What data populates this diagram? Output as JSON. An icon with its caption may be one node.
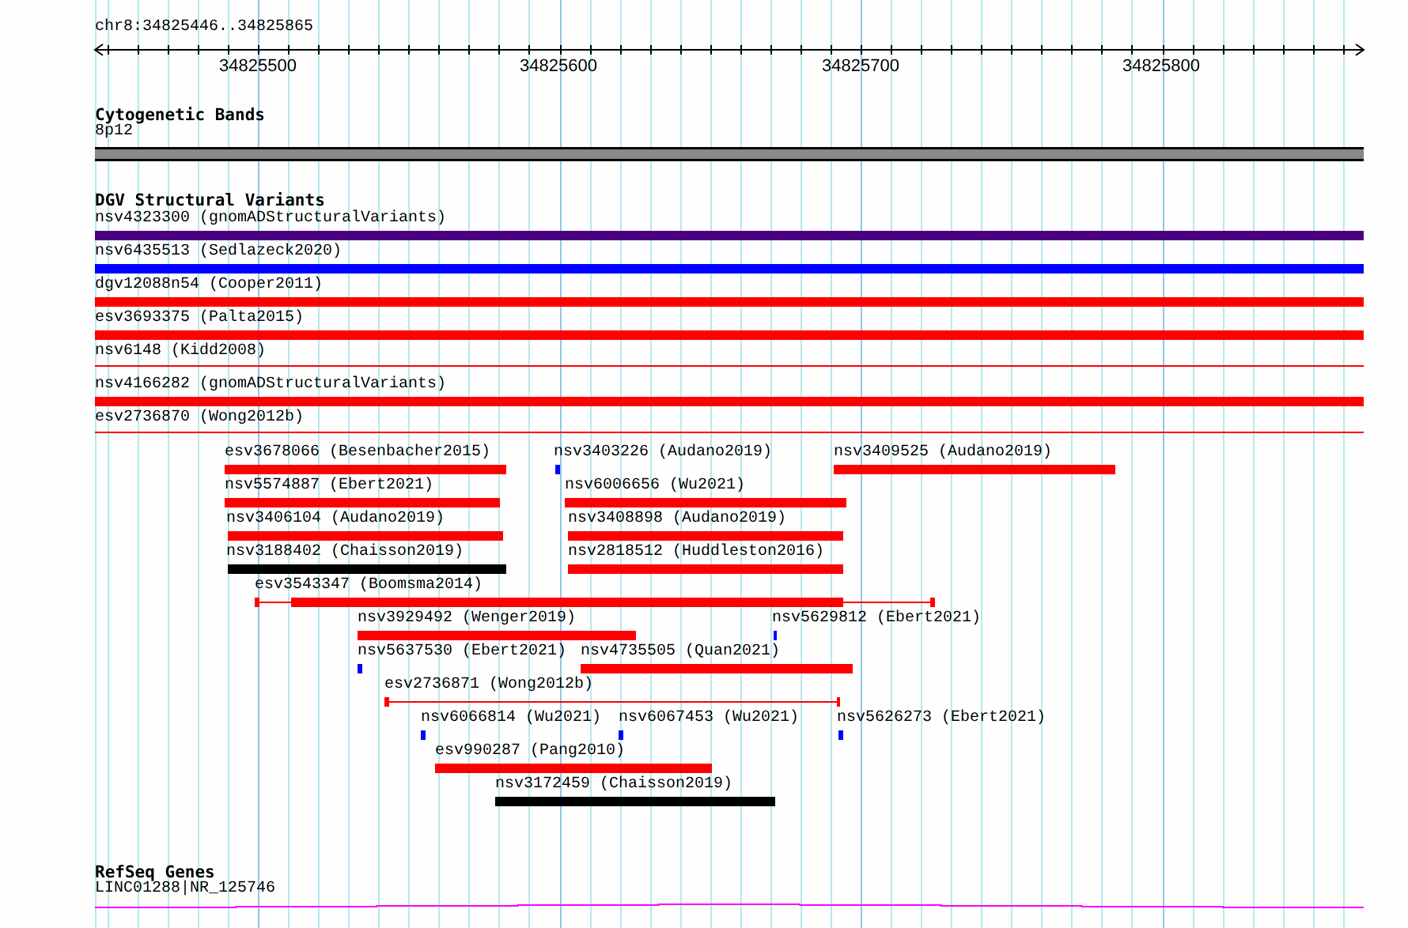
{
  "diagram": {
    "nodes": [
      {
        "text": [
          "8p12"
        ]
      },
      {
        "text": [
          "nsv4323300 (gnomADStructuralVariants)"
        ]
      },
      {
        "text": [
          "nsv6435513 (Sedlazeck2020)"
        ]
      },
      {
        "text": [
          "dgv12088n54 (Cooper2011)"
        ]
      },
      {
        "text": [
          "esv3693375 (Palta2015)"
        ]
      },
      {
        "text": [
          "nsv6148 (Kidd2008)"
        ]
      },
      {
        "text": [
          "nsv4166282 (gnomADStructuralVariants)"
        ]
      },
      {
        "text": [
          "esv2736870 (Wong2012b)"
        ]
      },
      {
        "text": [
          "esv3678066 (Besenbacher2015)"
        ]
      },
      {
        "text": [
          "nsv3403226 (Audano2019)"
        ]
      },
      {
        "text": [
          "nsv3409525 (Audano2019)"
        ]
      },
      {
        "text": [
          "nsv5574887 (Ebert2021)"
        ]
      },
      {
        "text": [
          "nsv6006656 (Wu2021)"
        ]
      },
      {
        "text": [
          "nsv3406104 (Audano2019)"
        ]
      },
      {
        "text": [
          "nsv3408898 (Audano2019)"
        ]
      },
      {
        "text": [
          "nsv3188402 (Chaisson2019)"
        ]
      },
      {
        "text": [
          "nsv2818512 (Huddleston2016)"
        ]
      },
      {
        "text": [
          "esv3543347 (Boomsma2014)"
        ]
      },
      {
        "text": [
          "nsv3929492 (Wenger2019)"
        ]
      },
      {
        "text": [
          "nsv5629812 (Ebert2021)"
        ]
      },
      {
        "text": [
          "nsv5637530 (Ebert2021)"
        ]
      },
      {
        "text": [
          "nsv4735505 (Quan2021)"
        ]
      },
      {
        "text": [
          "esv2736871 (Wong2012b)"
        ]
      },
      {
        "text": [
          "nsv6066814 (Wu2021)"
        ]
      },
      {
        "text": [
          "nsv6067453 (Wu2021)"
        ]
      },
      {
        "text": [
          "nsv5626273 (Ebert2021)"
        ]
      },
      {
        "text": [
          "esv990287 (Pang2010)"
        ]
      },
      {
        "text": [
          "nsv3172459 (Chaisson2019)"
        ]
      },
      {
        "text": [
          "LINC01288|NR_125746"
        ]
      }
    ],
    "labels": [
      "chr8:34825446..34825865",
      "34825500",
      "34825600",
      "34825700",
      "34825800",
      "Cytogenetic Bands",
      "DGV Structural Variants",
      "RefSeq Genes"
    ]
  }
}
